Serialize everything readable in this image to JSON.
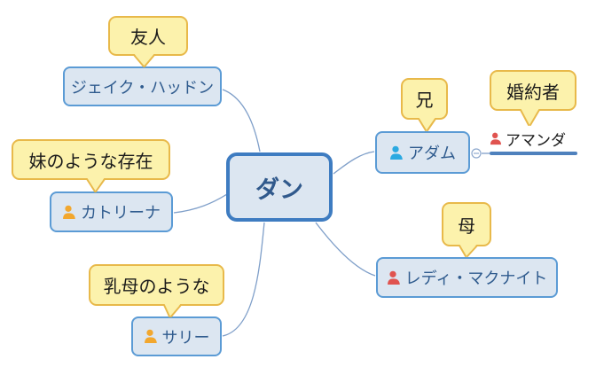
{
  "diagram": {
    "type": "mind-map",
    "center_node": {
      "label": "ダン"
    },
    "branches": [
      {
        "id": "jake",
        "label": "ジェイク・ハッドン",
        "callout": "友人"
      },
      {
        "id": "katrina",
        "label": "カトリーナ",
        "callout": "妹のような存在",
        "icon": "person-icon",
        "icon_color": "#F2A72E"
      },
      {
        "id": "sally",
        "label": "サリー",
        "callout": "乳母のような",
        "icon": "person-icon",
        "icon_color": "#F2A72E"
      },
      {
        "id": "adam",
        "label": "アダム",
        "callout": "兄",
        "icon": "person-icon",
        "icon_color": "#2BA9E1"
      },
      {
        "id": "lady",
        "label": "レディ・マクナイト",
        "callout": "母",
        "icon": "person-icon",
        "icon_color": "#E0534F"
      }
    ],
    "sub_nodes": [
      {
        "id": "amanda",
        "parent": "adam",
        "label": "アマンダ",
        "callout": "婚約者",
        "icon": "person-icon",
        "icon_color": "#E0534F"
      }
    ],
    "collapse_toggle": {
      "parent": "adam",
      "state": "expanded",
      "symbol": "−"
    },
    "colors": {
      "background": "#FFFFFF",
      "node_fill": "#DCE6F1",
      "node_border": "#5B9BD5",
      "node_text": "#2F5B8E",
      "center_border": "#3E7CC1",
      "callout_fill": "#FCF2AC",
      "callout_border": "#E8B94A",
      "callout_text": "#1A1A1A",
      "connector": "#7F9FC9",
      "subnode_line": "#4F81BD"
    }
  }
}
